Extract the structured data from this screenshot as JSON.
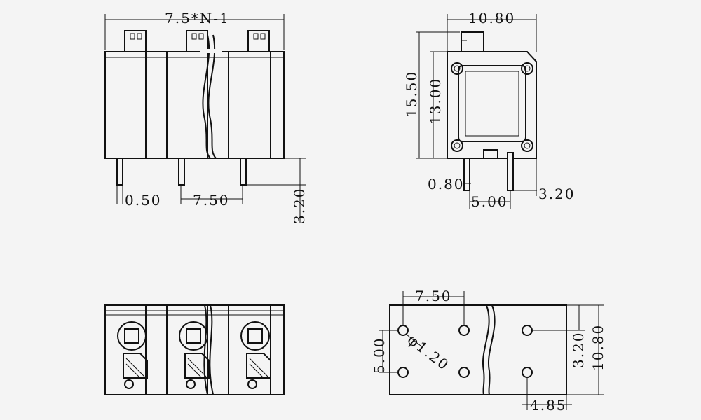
{
  "colors": {
    "ink": "#111111",
    "background": "#f4f4f4"
  },
  "front_view": {
    "overall_width": "7.5*N-1",
    "pin_width": "0.50",
    "pitch": "7.50",
    "pin_height": "3.20"
  },
  "side_view": {
    "width": "10.80",
    "height_total": "15.50",
    "height_body": "13.00",
    "pin_width": "0.80",
    "pin_spacing": "5.00",
    "pin_offset": "3.20"
  },
  "footprint": {
    "pitch": "7.50",
    "hole_diameter": "φ1.20",
    "row_spacing": "5.00",
    "row_offset": "3.20",
    "depth": "10.80",
    "edge_offset": "4.85"
  }
}
